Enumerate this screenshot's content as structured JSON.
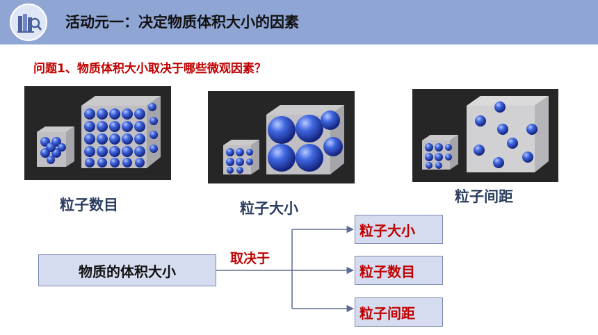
{
  "header": {
    "title": "活动元一：决定物质体积大小的因素",
    "logo_icon": "books-magnifier-icon"
  },
  "question": "问题1、物质体积大小取决于哪些微观因素？",
  "images": [
    {
      "caption": "粒子数目",
      "icon": "particle-count-cubes-image"
    },
    {
      "caption": "粒子大小",
      "icon": "particle-size-cubes-image"
    },
    {
      "caption": "粒子间距",
      "icon": "particle-spacing-cubes-image"
    }
  ],
  "diagram": {
    "subject": "物质的体积大小",
    "relation": "取决于",
    "factors": [
      "粒子大小",
      "粒子数目",
      "粒子间距"
    ]
  },
  "colors": {
    "header_bg": "#8fa5d4",
    "accent_red": "#c00000",
    "box_fill": "#d6dcef",
    "box_border": "#7a86b0",
    "caption_text": "#2c3e60"
  }
}
